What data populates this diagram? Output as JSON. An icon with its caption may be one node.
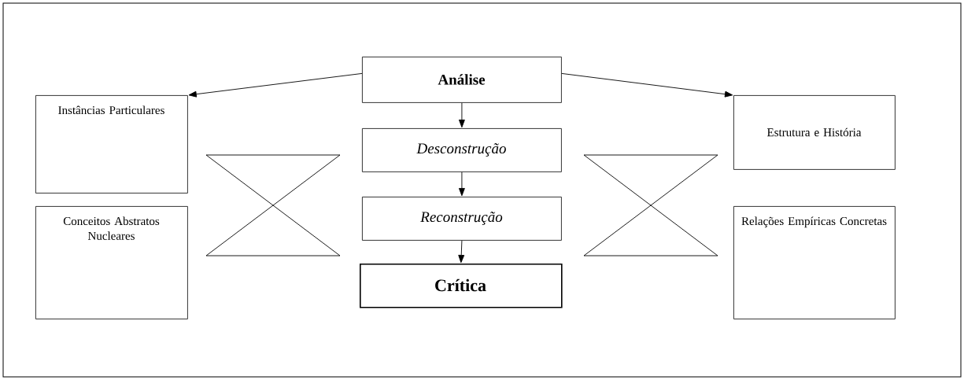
{
  "diagram": {
    "nodes": [
      {
        "text": [
          "Análise"
        ]
      },
      {
        "text": [
          "Instâncias Particulares"
        ]
      },
      {
        "text": [
          "Desconstrução"
        ]
      },
      {
        "text": [
          "Estrutura e História"
        ]
      },
      {
        "text": [
          "Conceitos Abstratos Nucleares"
        ]
      },
      {
        "text": [
          "Reconstrução"
        ]
      },
      {
        "text": [
          "Relações Empíricas Concretas"
        ]
      },
      {
        "text": [
          "Crítica"
        ]
      }
    ],
    "edges": [
      {
        "from": 0,
        "to": 1,
        "arrow": "to"
      },
      {
        "from": 0,
        "to": 3,
        "arrow": "to"
      },
      {
        "from": 0,
        "to": 2,
        "arrow": "to"
      },
      {
        "from": 2,
        "to": 5,
        "arrow": "to"
      },
      {
        "from": 5,
        "to": 7,
        "arrow": "to"
      }
    ]
  }
}
